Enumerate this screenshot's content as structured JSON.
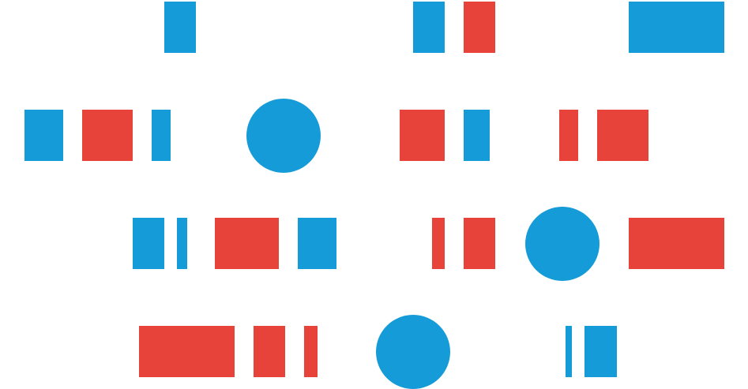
{
  "colors": {
    "blue": "#159bd7",
    "red": "#e8433a",
    "background": "#ffffff"
  },
  "rows": [
    {
      "sequence": [
        "blue-bar",
        "blue-bar",
        "red-bar",
        "blue-bar"
      ]
    },
    {
      "sequence": [
        "blue-bar",
        "red-bar",
        "blue-bar",
        "blue-circle",
        "red-bar",
        "blue-bar",
        "red-bar",
        "red-bar"
      ]
    },
    {
      "sequence": [
        "blue-bar",
        "blue-bar",
        "red-bar",
        "blue-bar",
        "red-bar",
        "red-bar",
        "blue-circle",
        "red-bar"
      ]
    },
    {
      "sequence": [
        "red-bar",
        "red-bar",
        "red-bar",
        "blue-circle",
        "blue-bar",
        "blue-bar"
      ]
    }
  ]
}
